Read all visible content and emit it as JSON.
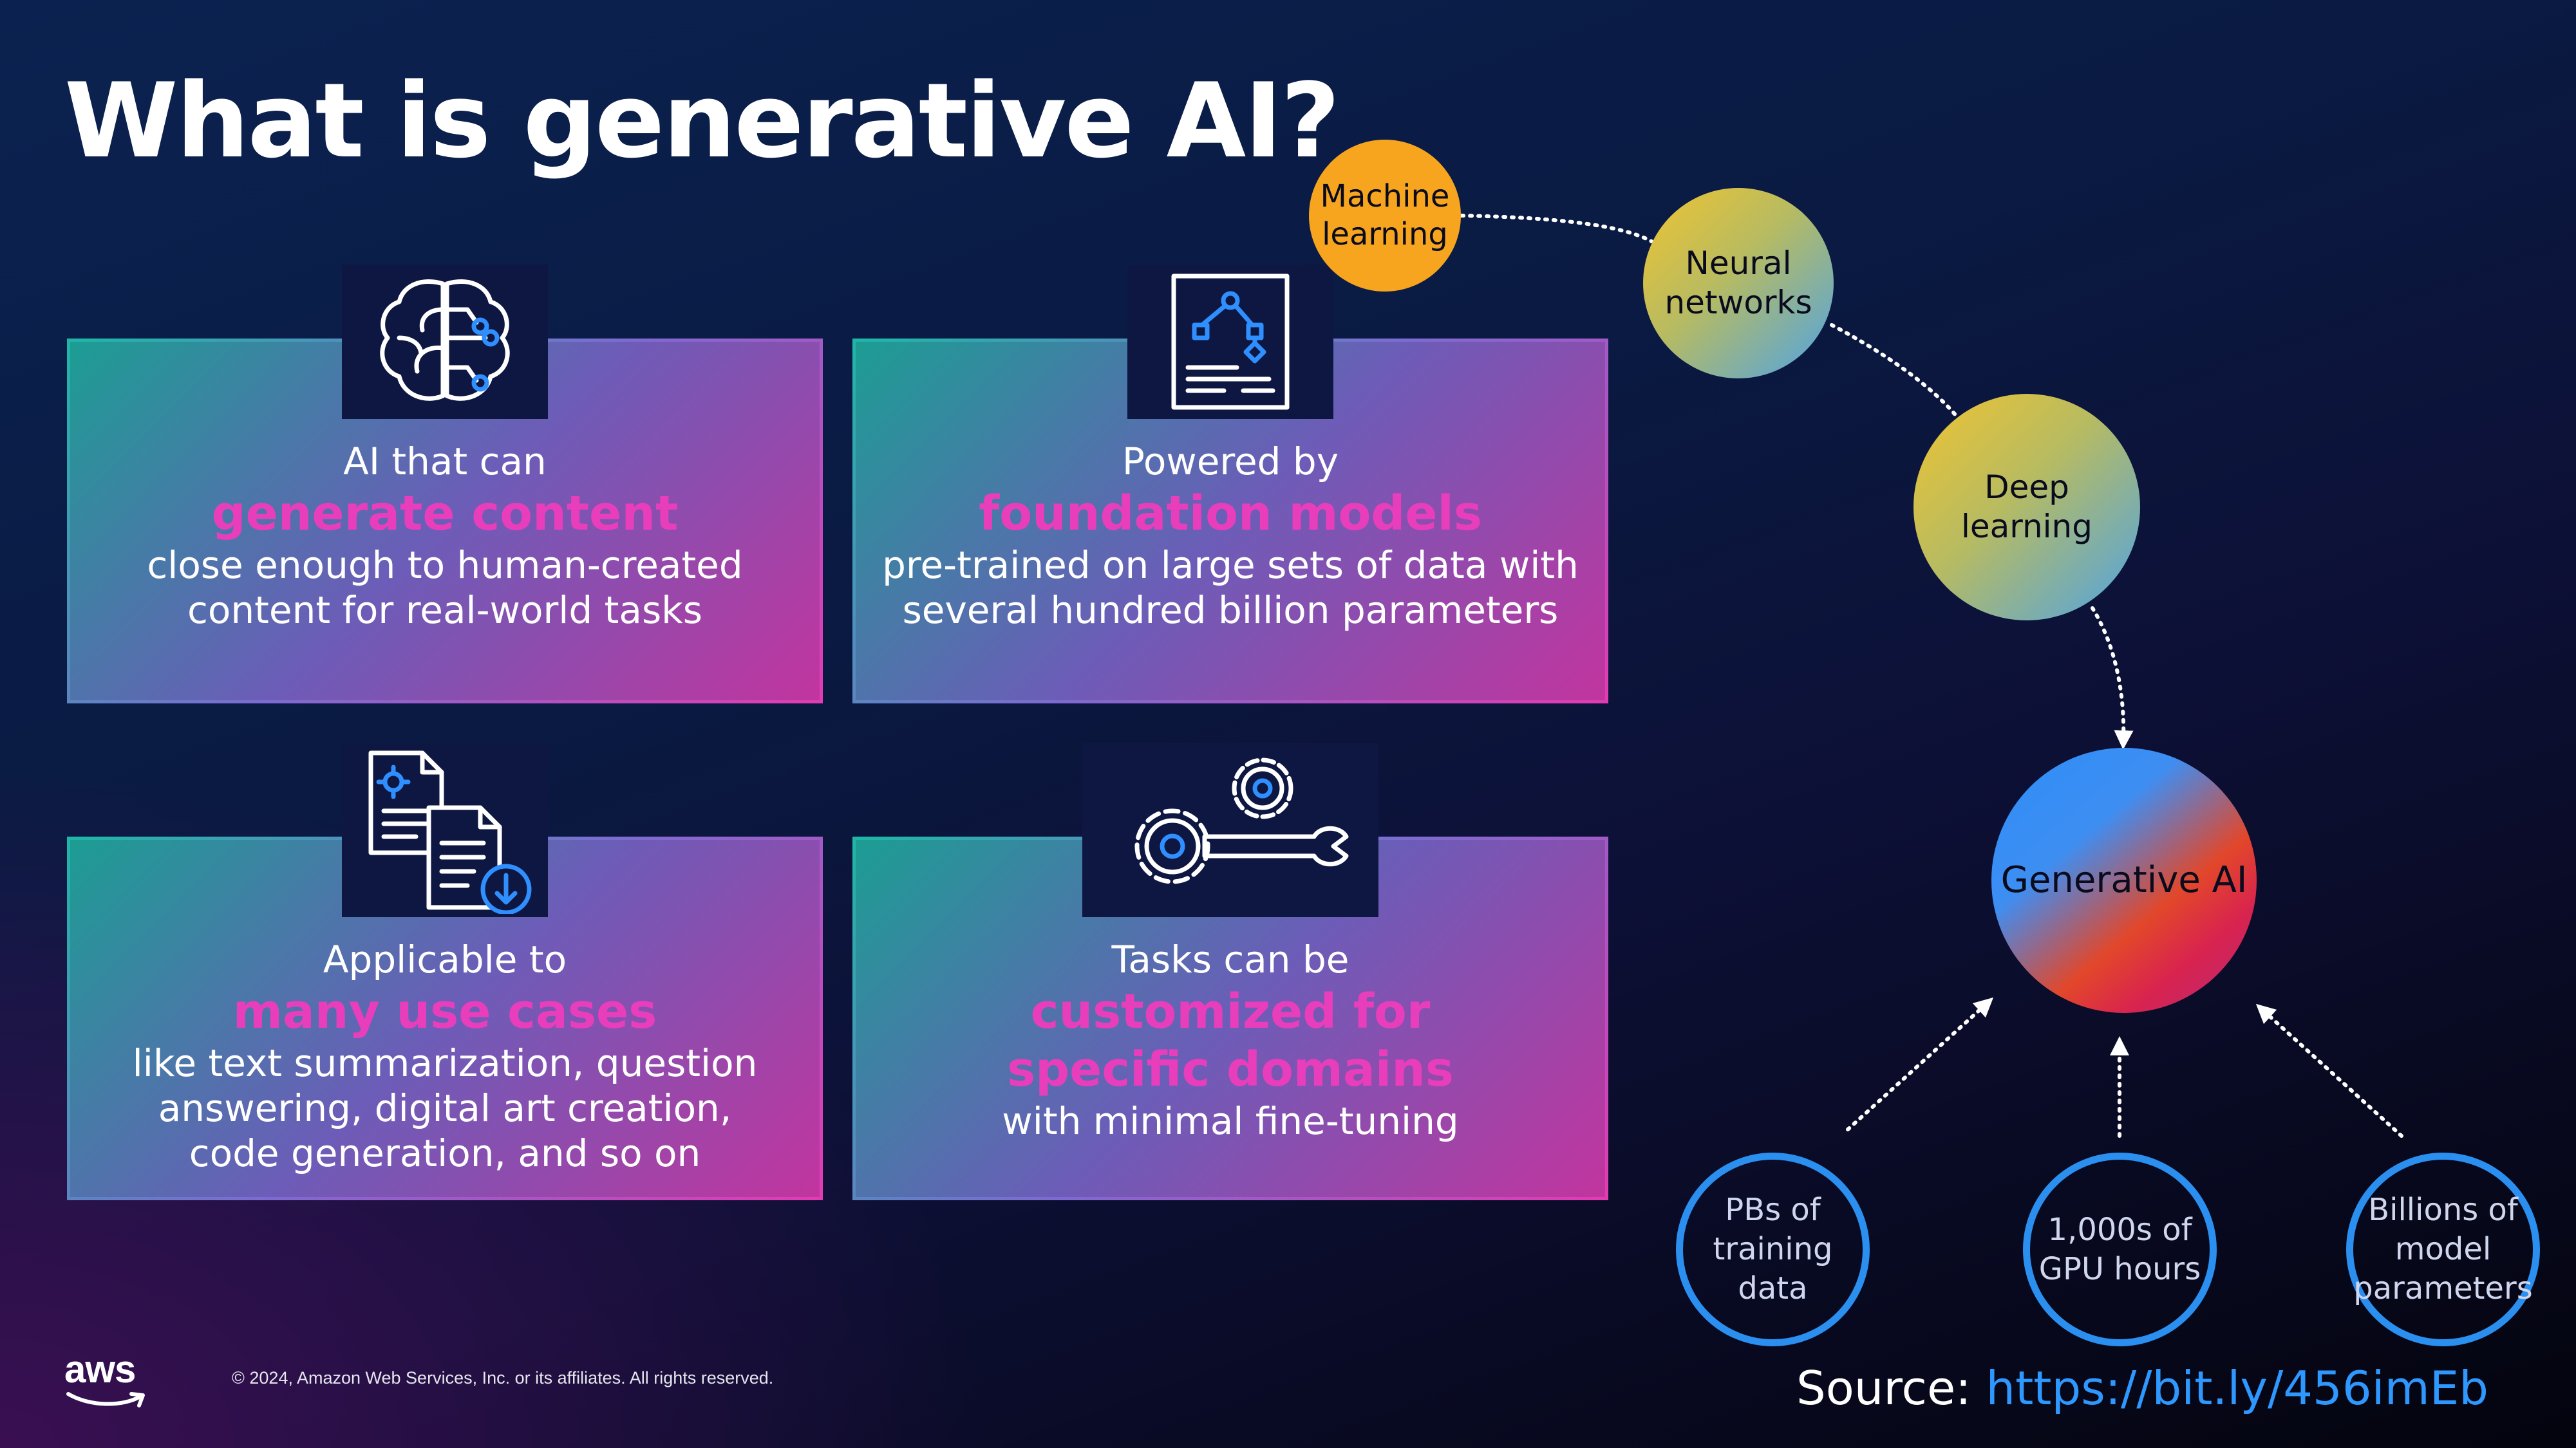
{
  "title": "What is generative AI?",
  "cards": [
    {
      "intro": "AI that can",
      "highlight": "generate content",
      "desc_lines": [
        "close enough to human-created",
        "content for real-world tasks"
      ]
    },
    {
      "intro": "Powered by",
      "highlight": "foundation models",
      "desc_lines": [
        "pre-trained on large sets of data with",
        "several hundred billion parameters"
      ]
    },
    {
      "intro": "Applicable to",
      "highlight": "many use cases",
      "desc_lines": [
        "like text summarization, question",
        "answering, digital art creation,",
        "code generation, and so on"
      ]
    },
    {
      "intro": "Tasks can be",
      "highlight_lines": [
        "customized for",
        "specific domains"
      ],
      "desc_lines": [
        "with minimal fine-tuning"
      ]
    }
  ],
  "diagram": {
    "chain": [
      {
        "lines": [
          "Machine",
          "learning"
        ],
        "color": "#f7a51e"
      },
      {
        "lines": [
          "Neural",
          "networks"
        ]
      },
      {
        "lines": [
          "Deep",
          "learning"
        ]
      }
    ],
    "center": "Generative AI",
    "inputs": [
      {
        "lines": [
          "PBs of",
          "training",
          "data"
        ]
      },
      {
        "lines": [
          "1,000s of",
          "GPU hours"
        ]
      },
      {
        "lines": [
          "Billions of",
          "model",
          "parameters"
        ]
      }
    ],
    "outline_color": "#2b8ff0"
  },
  "footer": {
    "logo": "aws",
    "copyright": "© 2024, Amazon Web Services, Inc. or its affiliates. All rights reserved.",
    "source_label": "Source:",
    "source_url": "https://bit.ly/456imEb"
  },
  "colors": {
    "highlight": "#e83ebc",
    "link": "#2e98ff",
    "accent_blue": "#2b8ff0"
  }
}
